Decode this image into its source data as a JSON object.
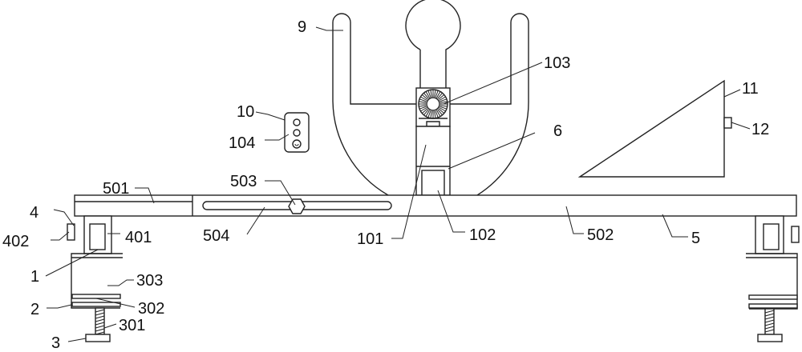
{
  "labels": {
    "l9": "9",
    "l103": "103",
    "l11": "11",
    "l12": "12",
    "l10": "10",
    "l104": "104",
    "l6": "6",
    "l501": "501",
    "l503": "503",
    "l4": "4",
    "l402": "402",
    "l401": "401",
    "l504": "504",
    "l101": "101",
    "l102": "102",
    "l502": "502",
    "l5": "5",
    "l1": "1",
    "l303": "303",
    "l2": "2",
    "l302": "302",
    "l301": "301",
    "l3": "3"
  }
}
